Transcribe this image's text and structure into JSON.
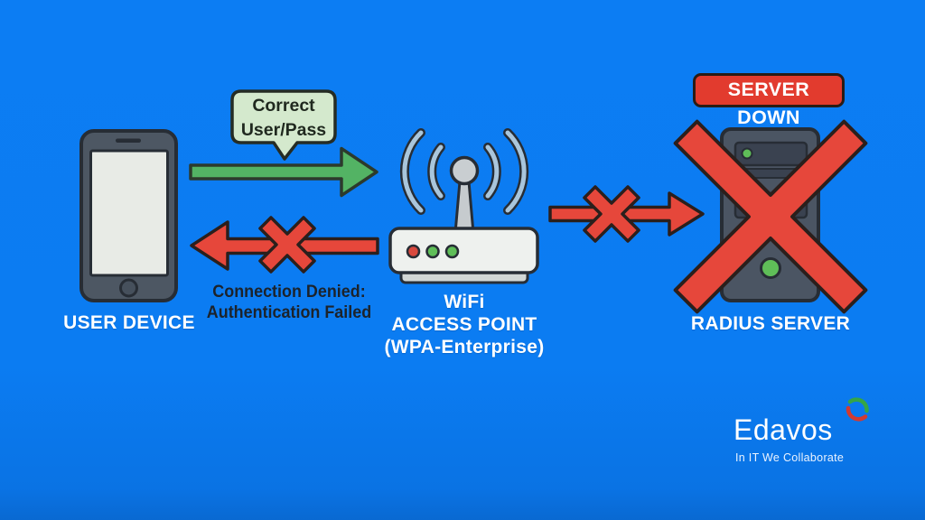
{
  "colors": {
    "background": "#0b7cf2",
    "arrow_green": "#53b364",
    "bubble_green": "#d4e9cd",
    "error_red": "#e6473b",
    "badge_red": "#e23b2e",
    "device_gray": "#4d5763",
    "server_gray": "#4b5563",
    "panel_light": "#eef1ee",
    "wifi_arc_blue": "#a9c6dc",
    "led_green": "#5fbe58",
    "led_red": "#d8493e",
    "outline_dark": "#272d35",
    "text_dark": "#1c232b",
    "text_white": "#ffffff"
  },
  "device": {
    "label": "USER DEVICE"
  },
  "access_point": {
    "label_line1": "WiFi",
    "label_line2": "ACCESS POINT",
    "label_line3": "(WPA-Enterprise)"
  },
  "server": {
    "label": "RADIUS SERVER",
    "badge": "SERVER DOWN"
  },
  "auth_request": {
    "bubble_line1": "Correct",
    "bubble_line2": "User/Pass"
  },
  "auth_denied": {
    "line1": "Connection Denied:",
    "line2": "Authentication Failed"
  },
  "brand": {
    "name": "Edavos",
    "tagline": "In IT We Collaborate"
  },
  "icons": {
    "device": "smartphone-icon",
    "access_point": "wifi-router-icon",
    "server": "server-tower-icon",
    "auth_request": "green-arrow-right-icon",
    "auth_denied": "red-arrow-left-with-x-icon",
    "server_link": "red-arrow-right-with-x-icon",
    "server_failure": "red-x-cross-icon",
    "brand": "swirl-logo-icon"
  }
}
